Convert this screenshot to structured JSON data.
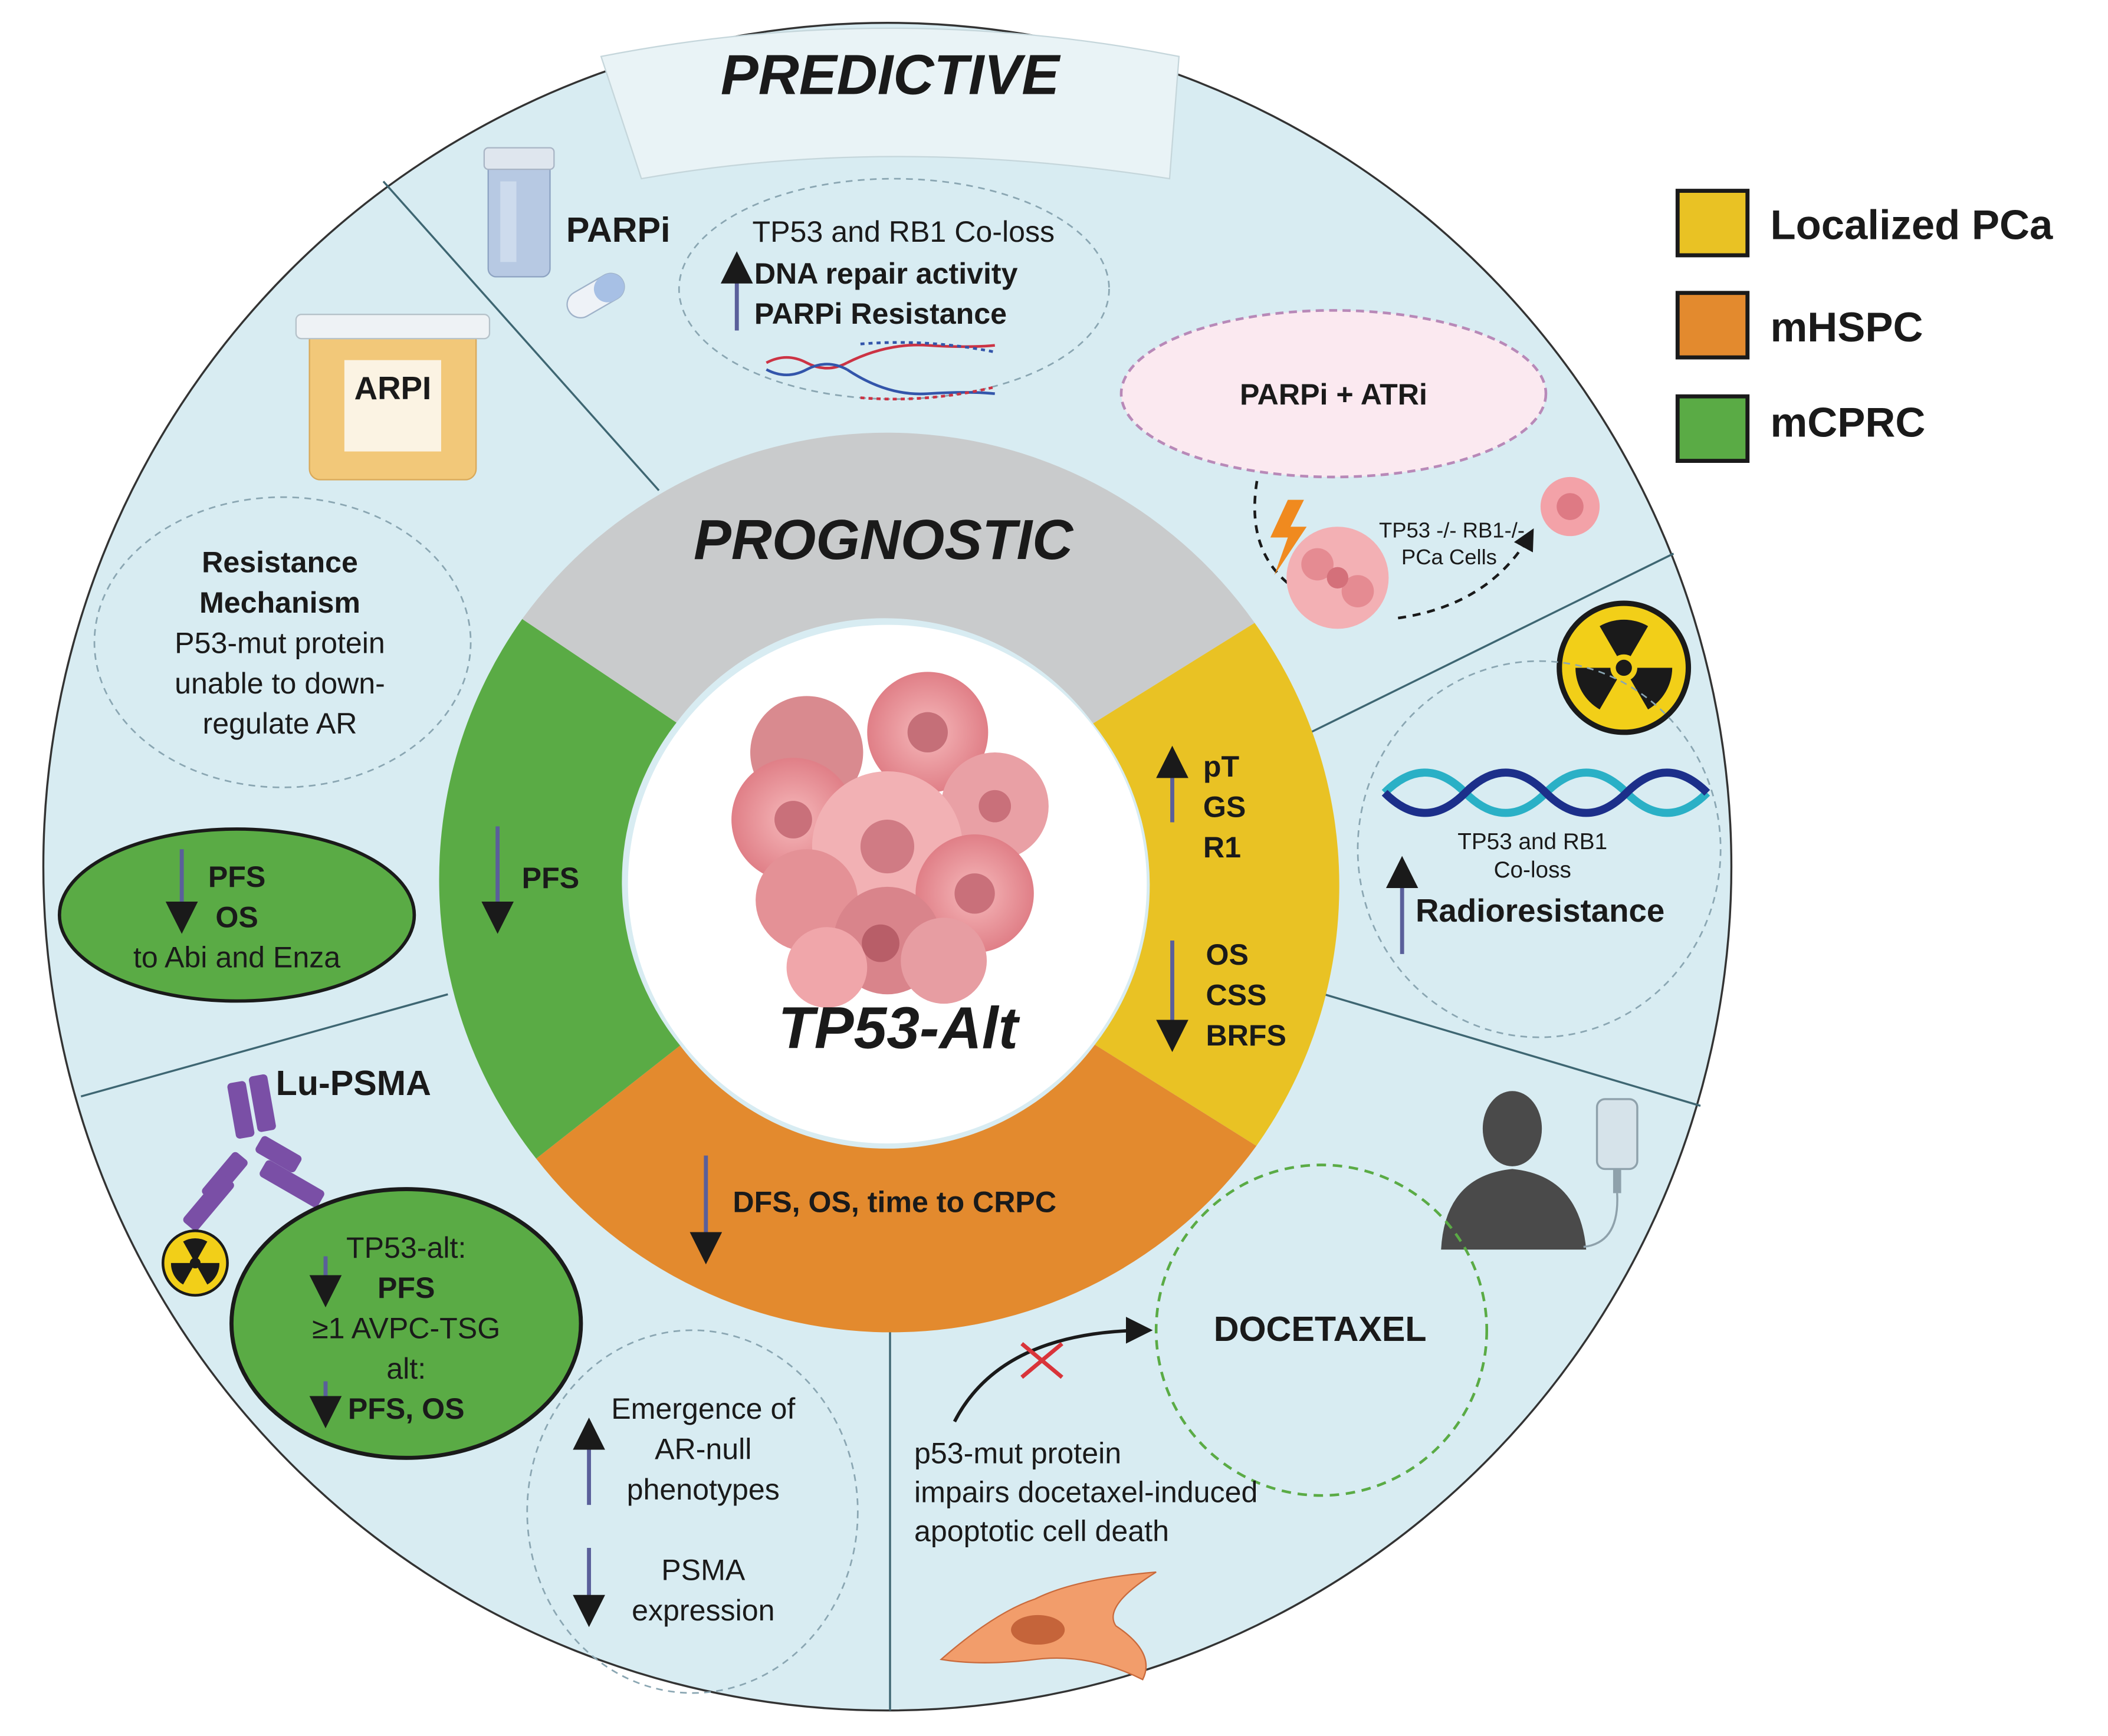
{
  "title": "PREDICTIVE",
  "prognostic_title": "PROGNOSTIC",
  "center_label": "TP53-Alt",
  "legend": [
    {
      "label": "Localized PCa",
      "color": "#e9c224"
    },
    {
      "label": "mHSPC",
      "color": "#e38a2e"
    },
    {
      "label": "mCPRC",
      "color": "#5aab45"
    }
  ],
  "ring": {
    "yellow": {
      "up": [
        "pT",
        "GS",
        "R1"
      ],
      "down": [
        "OS",
        "CSS",
        "BRFS"
      ]
    },
    "green": {
      "down": "PFS"
    },
    "orange": {
      "down": "DFS, OS, time to CRPC"
    }
  },
  "parpi": {
    "label": "PARPi",
    "line1": "TP53 and RB1 Co-loss",
    "up1": "DNA repair activity",
    "up2": "PARPi Resistance"
  },
  "parpi_atri": {
    "label": "PARPi + ATRi",
    "cells_line1": "TP53 -/- RB1-/-",
    "cells_line2": "PCa Cells"
  },
  "arpi": {
    "label": "ARPI",
    "resistance": [
      "Resistance",
      "Mechanism"
    ],
    "desc": [
      "P53-mut protein",
      "unable to down-",
      "regulate AR"
    ],
    "green": {
      "down": [
        "PFS",
        "OS"
      ],
      "suffix": "to Abi and Enza"
    }
  },
  "radio": {
    "line1": "TP53 and RB1",
    "line2": "Co-loss",
    "up": "Radioresistance"
  },
  "lupsma": {
    "label": "Lu-PSMA",
    "l1": "TP53-alt:",
    "l2": "PFS",
    "l3": "≥1 AVPC-TSG",
    "l4": "alt:",
    "l5": "PFS, OS"
  },
  "emergence": {
    "up": [
      "Emergence of",
      "AR-null",
      "phenotypes"
    ],
    "down": [
      "PSMA",
      "expression"
    ]
  },
  "docetaxel": {
    "label": "DOCETAXEL",
    "desc": [
      "p53-mut protein",
      "impairs docetaxel-induced",
      "apoptotic cell death"
    ]
  },
  "icons": [
    "pill-bottle-icon",
    "capsule-icon",
    "dna-icon",
    "jar-icon",
    "cancer-cell-icon",
    "lightning-icon",
    "radiation-icon",
    "antibody-icon",
    "person-icon",
    "iv-bag-icon",
    "fibroblast-icon"
  ]
}
